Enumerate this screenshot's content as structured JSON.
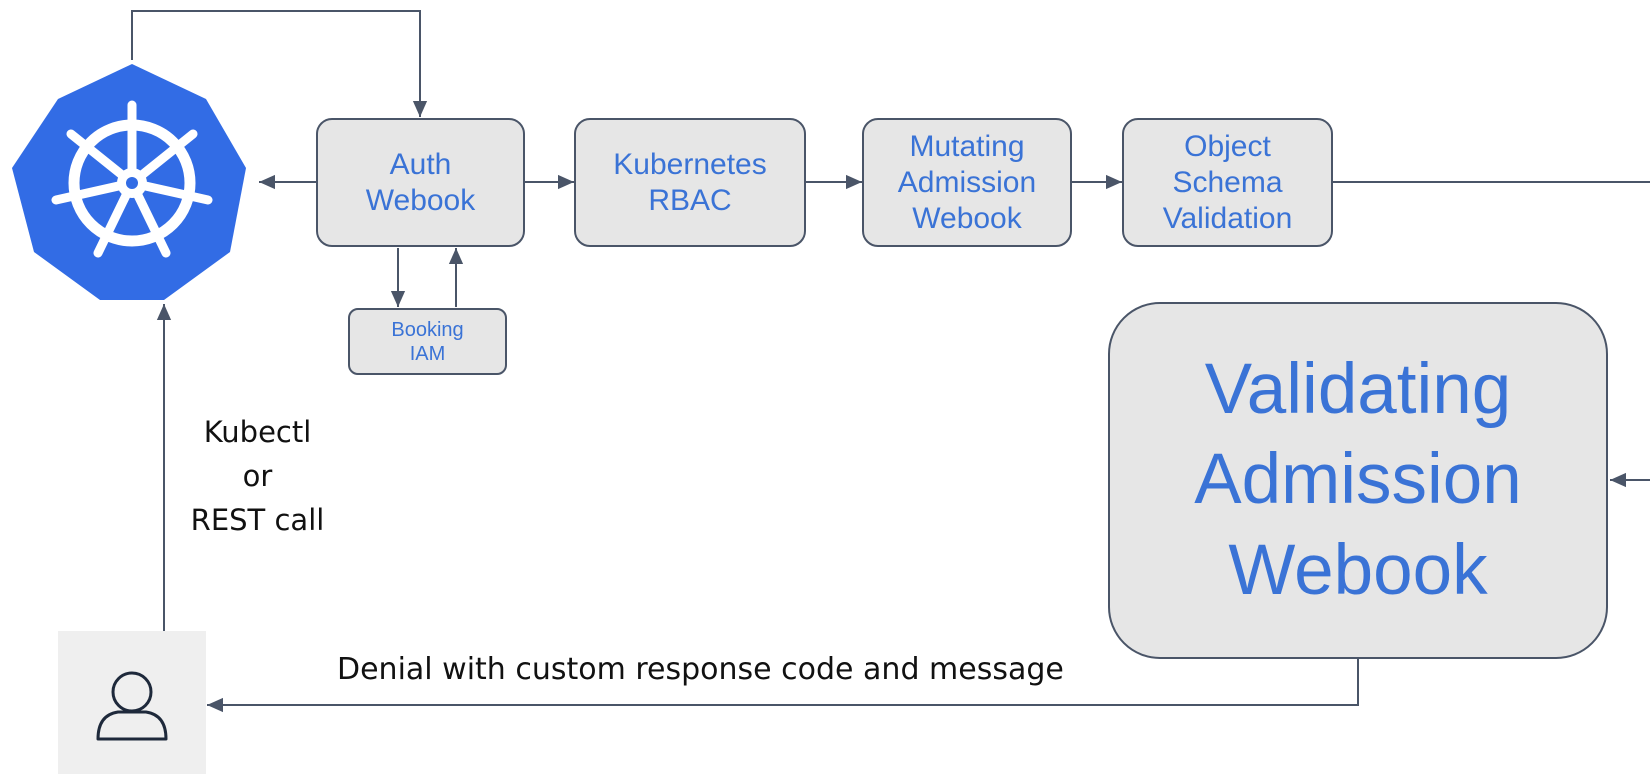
{
  "nodes": {
    "auth_webhook": "Auth\nWebook",
    "rbac": "Kubernetes\nRBAC",
    "mutating": "Mutating\nAdmission\nWebook",
    "schema": "Object\nSchema\nValidation",
    "booking_iam": "Booking\nIAM",
    "validating": "Validating\nAdmission\nWebook"
  },
  "labels": {
    "client": "Kubectl\nor\nREST call",
    "denial": "Denial with custom response code and message"
  },
  "icons": {
    "kubernetes": "kubernetes-helm-icon",
    "user": "user-icon"
  },
  "colors": {
    "node_fill": "#e6e6e6",
    "node_text": "#3a73d6",
    "kubernetes_blue": "#326ce5",
    "line": "#4a5568"
  }
}
